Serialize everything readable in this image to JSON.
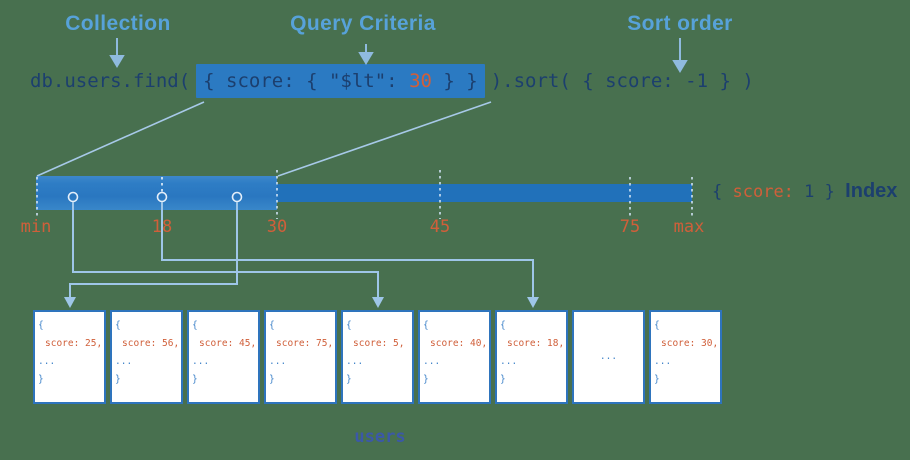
{
  "colors": {
    "background": "#48704f",
    "label-blue": "#57a2d9",
    "navy": "#1c3f6e",
    "orange": "#d05f3a",
    "code-highlight": "#2b7ac2",
    "bar-blue": "#2171ba",
    "bar-highlight": "#2e7dc5",
    "connector-blue": "#9ec6e8",
    "doc-border": "#2e74bd",
    "doc-blue": "#4285ca",
    "users-blue": "#3b58a8"
  },
  "annotations": {
    "collection": "Collection",
    "query_criteria": "Query Criteria",
    "sort_order": "Sort order"
  },
  "code": {
    "prefix": "db.users.find(",
    "query": {
      "pre": "{ score: { \"$lt\": ",
      "value": "30",
      "post": " } }"
    },
    "suffix": ").sort( { score: -1 } )"
  },
  "index": {
    "ticks": [
      {
        "label": "min"
      },
      {
        "label": "18"
      },
      {
        "label": "30"
      },
      {
        "label": "45"
      },
      {
        "label": "75"
      },
      {
        "label": "max"
      }
    ],
    "annotation": {
      "brace_open": "{",
      "field": "score:",
      "value": "1",
      "brace_close": "}",
      "label": "Index"
    }
  },
  "documents": [
    {
      "open": "{",
      "score": "score: 25,",
      "dots": "...",
      "close": "}"
    },
    {
      "open": "{",
      "score": "score: 56,",
      "dots": "...",
      "close": "}"
    },
    {
      "open": "{",
      "score": "score: 45,",
      "dots": "...",
      "close": "}"
    },
    {
      "open": "{",
      "score": "score: 75,",
      "dots": "...",
      "close": "}"
    },
    {
      "open": "{",
      "score": "score: 5,",
      "dots": "...",
      "close": "}"
    },
    {
      "open": "{",
      "score": "score: 40,",
      "dots": "...",
      "close": "}"
    },
    {
      "open": "{",
      "score": "score: 18,",
      "dots": "...",
      "close": "}"
    },
    {
      "dots": "..."
    },
    {
      "open": "{",
      "score": "score: 30,",
      "dots": "...",
      "close": "}"
    }
  ],
  "collection_name": "users"
}
